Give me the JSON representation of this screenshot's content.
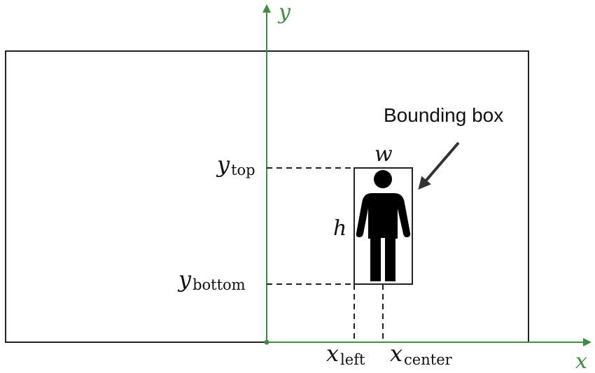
{
  "axes": {
    "x_label": "x",
    "y_label": "y",
    "color": "#3e8c3e"
  },
  "labels": {
    "y_top": {
      "main": "y",
      "sub": "top"
    },
    "y_bottom": {
      "main": "y",
      "sub": "bottom"
    },
    "x_left": {
      "main": "x",
      "sub": "left"
    },
    "x_center": {
      "main": "x",
      "sub": "center"
    },
    "width": "w",
    "height": "h",
    "callout": "Bounding box"
  },
  "colors": {
    "frame": "#222222",
    "person": "#000000",
    "guide": "#222222"
  }
}
